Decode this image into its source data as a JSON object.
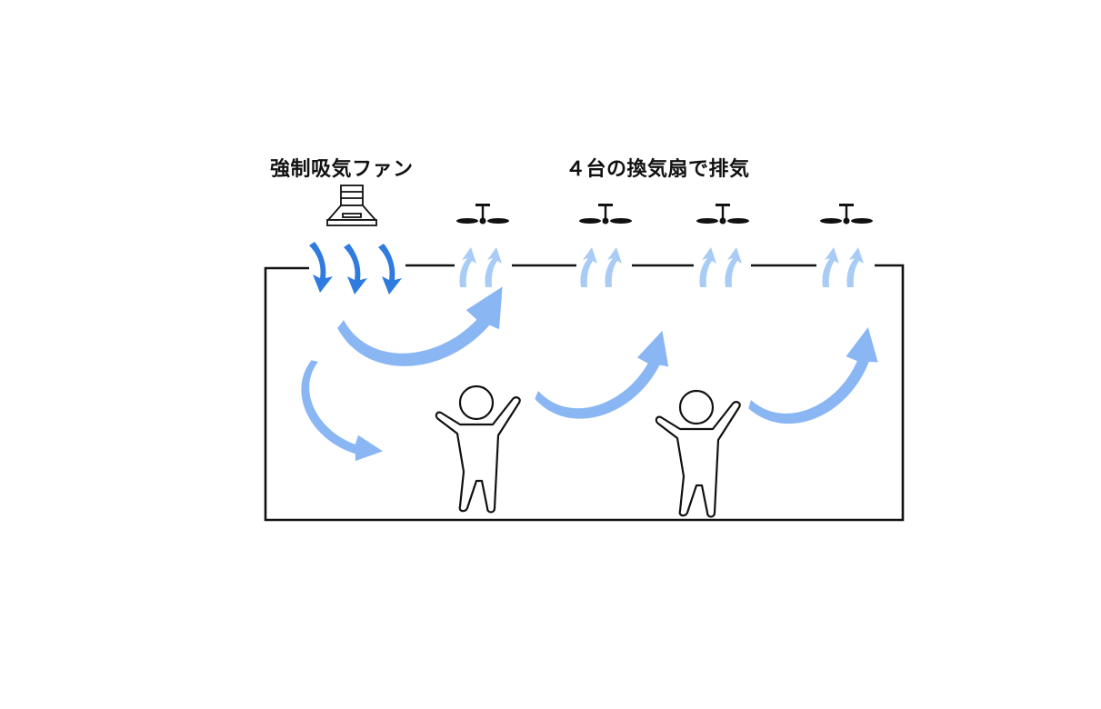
{
  "labels": {
    "intake_fan": "強制吸気ファン",
    "exhaust_fans": "４台の換気扇で排気"
  },
  "colors": {
    "intake_arrow": "#2f7be0",
    "flow_arrow": "#8ab7f4",
    "exhaust_arrow": "#a9ccf6",
    "outline": "#111111"
  },
  "icons": {
    "intake": "range-hood-icon",
    "exhaust": "ceiling-fan-icon",
    "person": "person-icon"
  },
  "counts": {
    "exhaust_fans": 4,
    "people": 2
  }
}
